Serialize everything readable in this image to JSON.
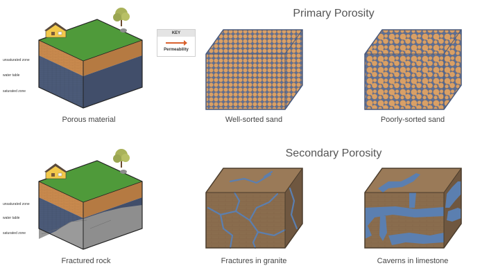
{
  "titles": {
    "primary": "Primary Porosity",
    "secondary": "Secondary Porosity"
  },
  "key": {
    "heading": "KEY",
    "label": "Permeability",
    "arrow_color": "#d9612d"
  },
  "zones": {
    "unsaturated": "unsaturated zone",
    "water_table": "water table",
    "saturated": "saturated zone"
  },
  "labels": {
    "porous": "Porous material",
    "well_sorted": "Well-sorted sand",
    "poorly_sorted": "Poorly-sorted sand",
    "fractured": "Fractured rock",
    "granite": "Fractures in granite",
    "limestone": "Caverns in limestone"
  },
  "colors": {
    "grass": "#4f9a3a",
    "soil": "#c98a4e",
    "saturated": "#4b5a78",
    "sand": "#d9a066",
    "sand_gap": "#5b6e95",
    "rock": "#8a6d4e",
    "water": "#5b7fb0"
  }
}
